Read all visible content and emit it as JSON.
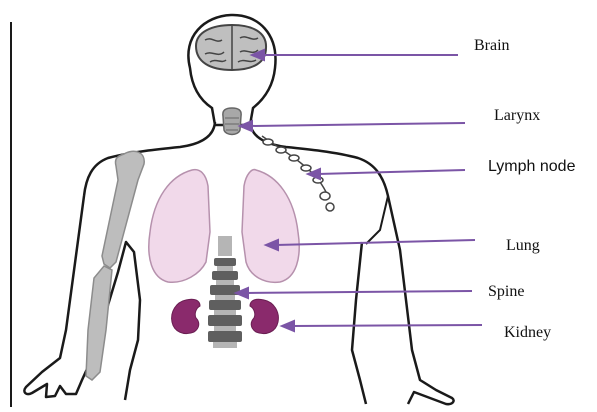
{
  "title": "",
  "labels": {
    "brain": "Brain",
    "larynx": "Larynx",
    "lymph_node": "Lymph node",
    "lung": "Lung",
    "spine": "Spine",
    "kidney": "Kidney"
  },
  "colors": {
    "outline": "#1a1a1a",
    "pointer": "#7b55a6",
    "lung": "#f1d9ea",
    "lung_stroke": "#b691ad",
    "kidney": "#8a2a6c",
    "bone": "#bdbdbd",
    "vertebra": "#5f5f5f",
    "brain": "#bfbfbf"
  }
}
